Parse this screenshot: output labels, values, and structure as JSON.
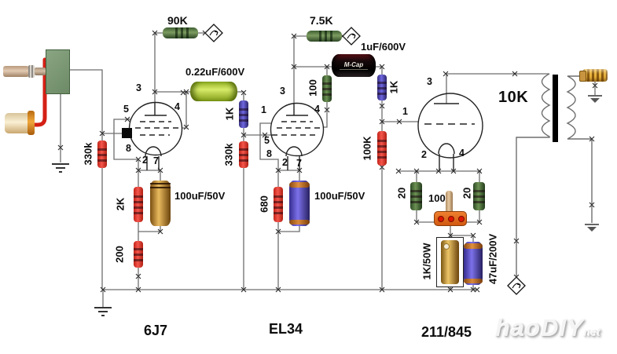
{
  "colors": {
    "wire": "#6e6e6e",
    "tube_outline": "#222222",
    "resistor_red": "#e8433a",
    "resistor_blue": "#5d54cc",
    "resistor_green": "#557a46",
    "cap_green": "#c0da52",
    "cap_black": "#101010",
    "cap_gold": "#d8a53a",
    "cap_blue": "#5f55cc",
    "board_green": "#7d9a78"
  },
  "s1": {
    "name": "6J7",
    "r_plate": "90K",
    "r_grid": "330k",
    "r_cathode": "2K",
    "c_cathode": "100uF/50V",
    "r_tail": "200",
    "pin_plate": "3",
    "pin_g3": "5",
    "pin_g2": "4",
    "pin_k": "8",
    "pin_h1": "2",
    "pin_h2": "7"
  },
  "c1": {
    "cap": "0.22uF/600V",
    "r_stop": "1K"
  },
  "s2": {
    "name": "EL34",
    "r_plate": "7.5K",
    "r_grid": "330k",
    "r_screen": "100",
    "r_cathode": "680",
    "c_cathode": "100uF/50V",
    "pin_plate": "3",
    "pin_g3": "1",
    "pin_g2": "4",
    "pin_g1": "5",
    "pin_k": "8",
    "pin_h1": "2",
    "pin_h2": "7"
  },
  "c2": {
    "cap": "1uF/600V",
    "brand": "M-Cap",
    "r_stop": "1K",
    "r_grid": "100K"
  },
  "s3": {
    "name": "211/845",
    "pin_plate": "3",
    "pin_grid": "1",
    "pin_f1": "2",
    "pin_f2": "4",
    "r_hum_l": "20",
    "r_hum_r": "20",
    "pot": "100",
    "r_bias": "1K/50W",
    "c_bias": "47uF/200V"
  },
  "out": {
    "transformer": "10K"
  },
  "wm": {
    "text": "haoDIY",
    "suffix": "net"
  }
}
